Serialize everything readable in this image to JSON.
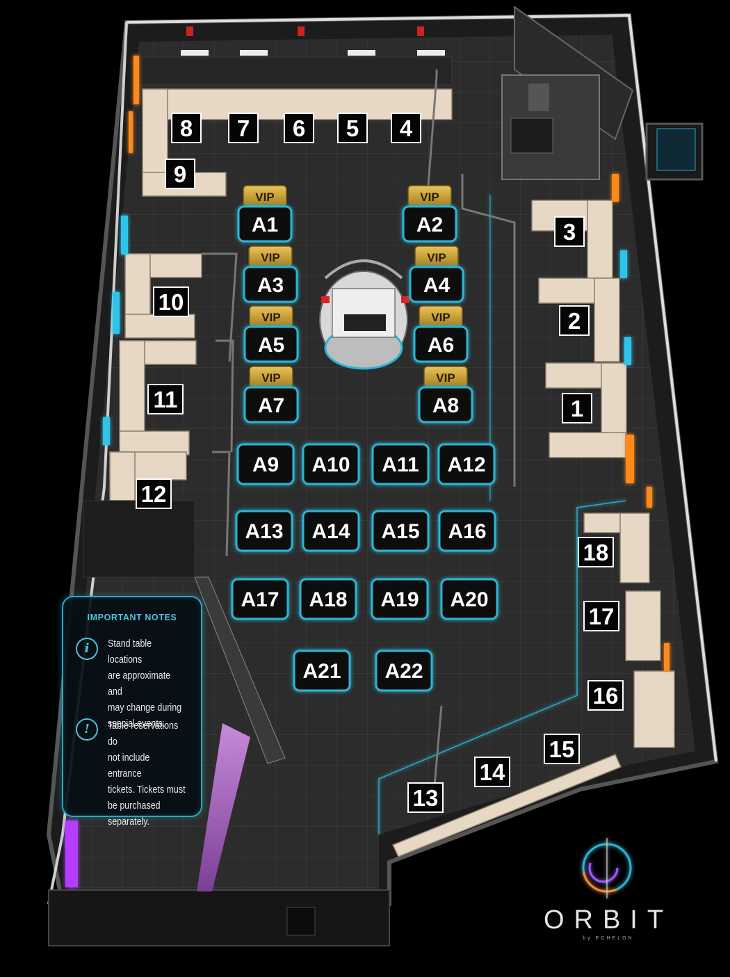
{
  "venue": {
    "logo_word": "ORBIT",
    "logo_sub": "by ECHELON",
    "logo_icon": "orbit-ring-icon"
  },
  "notes": {
    "title": "IMPORTANT NOTES",
    "items": [
      {
        "icon": "info-icon",
        "glyph": "i",
        "lines": [
          "Stand table locations",
          "are approximate and",
          "may change during",
          "special events."
        ]
      },
      {
        "icon": "alert-icon",
        "glyph": "!",
        "lines": [
          "Table reservations do",
          "not include entrance",
          "tickets. Tickets must",
          "be purchased",
          "separately."
        ]
      }
    ]
  },
  "vip_badge_text": "VIP",
  "vip_tables": [
    "A1",
    "A2",
    "A3",
    "A4",
    "A5",
    "A6",
    "A7",
    "A8"
  ],
  "stand_tables": [
    "A9",
    "A10",
    "A11",
    "A12",
    "A13",
    "A14",
    "A15",
    "A16",
    "A17",
    "A18",
    "A19",
    "A20",
    "A21",
    "A22"
  ],
  "booths": [
    "1",
    "2",
    "3",
    "4",
    "5",
    "6",
    "7",
    "8",
    "9",
    "10",
    "11",
    "12",
    "13",
    "14",
    "15",
    "16",
    "17",
    "18"
  ],
  "colors": {
    "background": "#000000",
    "floor": "#2b2b2b",
    "neon_cyan": "#29b6d6",
    "vip_gold": "#c9a230",
    "seating": "#e9dccb",
    "orange_accent": "#ff8a1e",
    "purple_accent": "#b43cff"
  }
}
